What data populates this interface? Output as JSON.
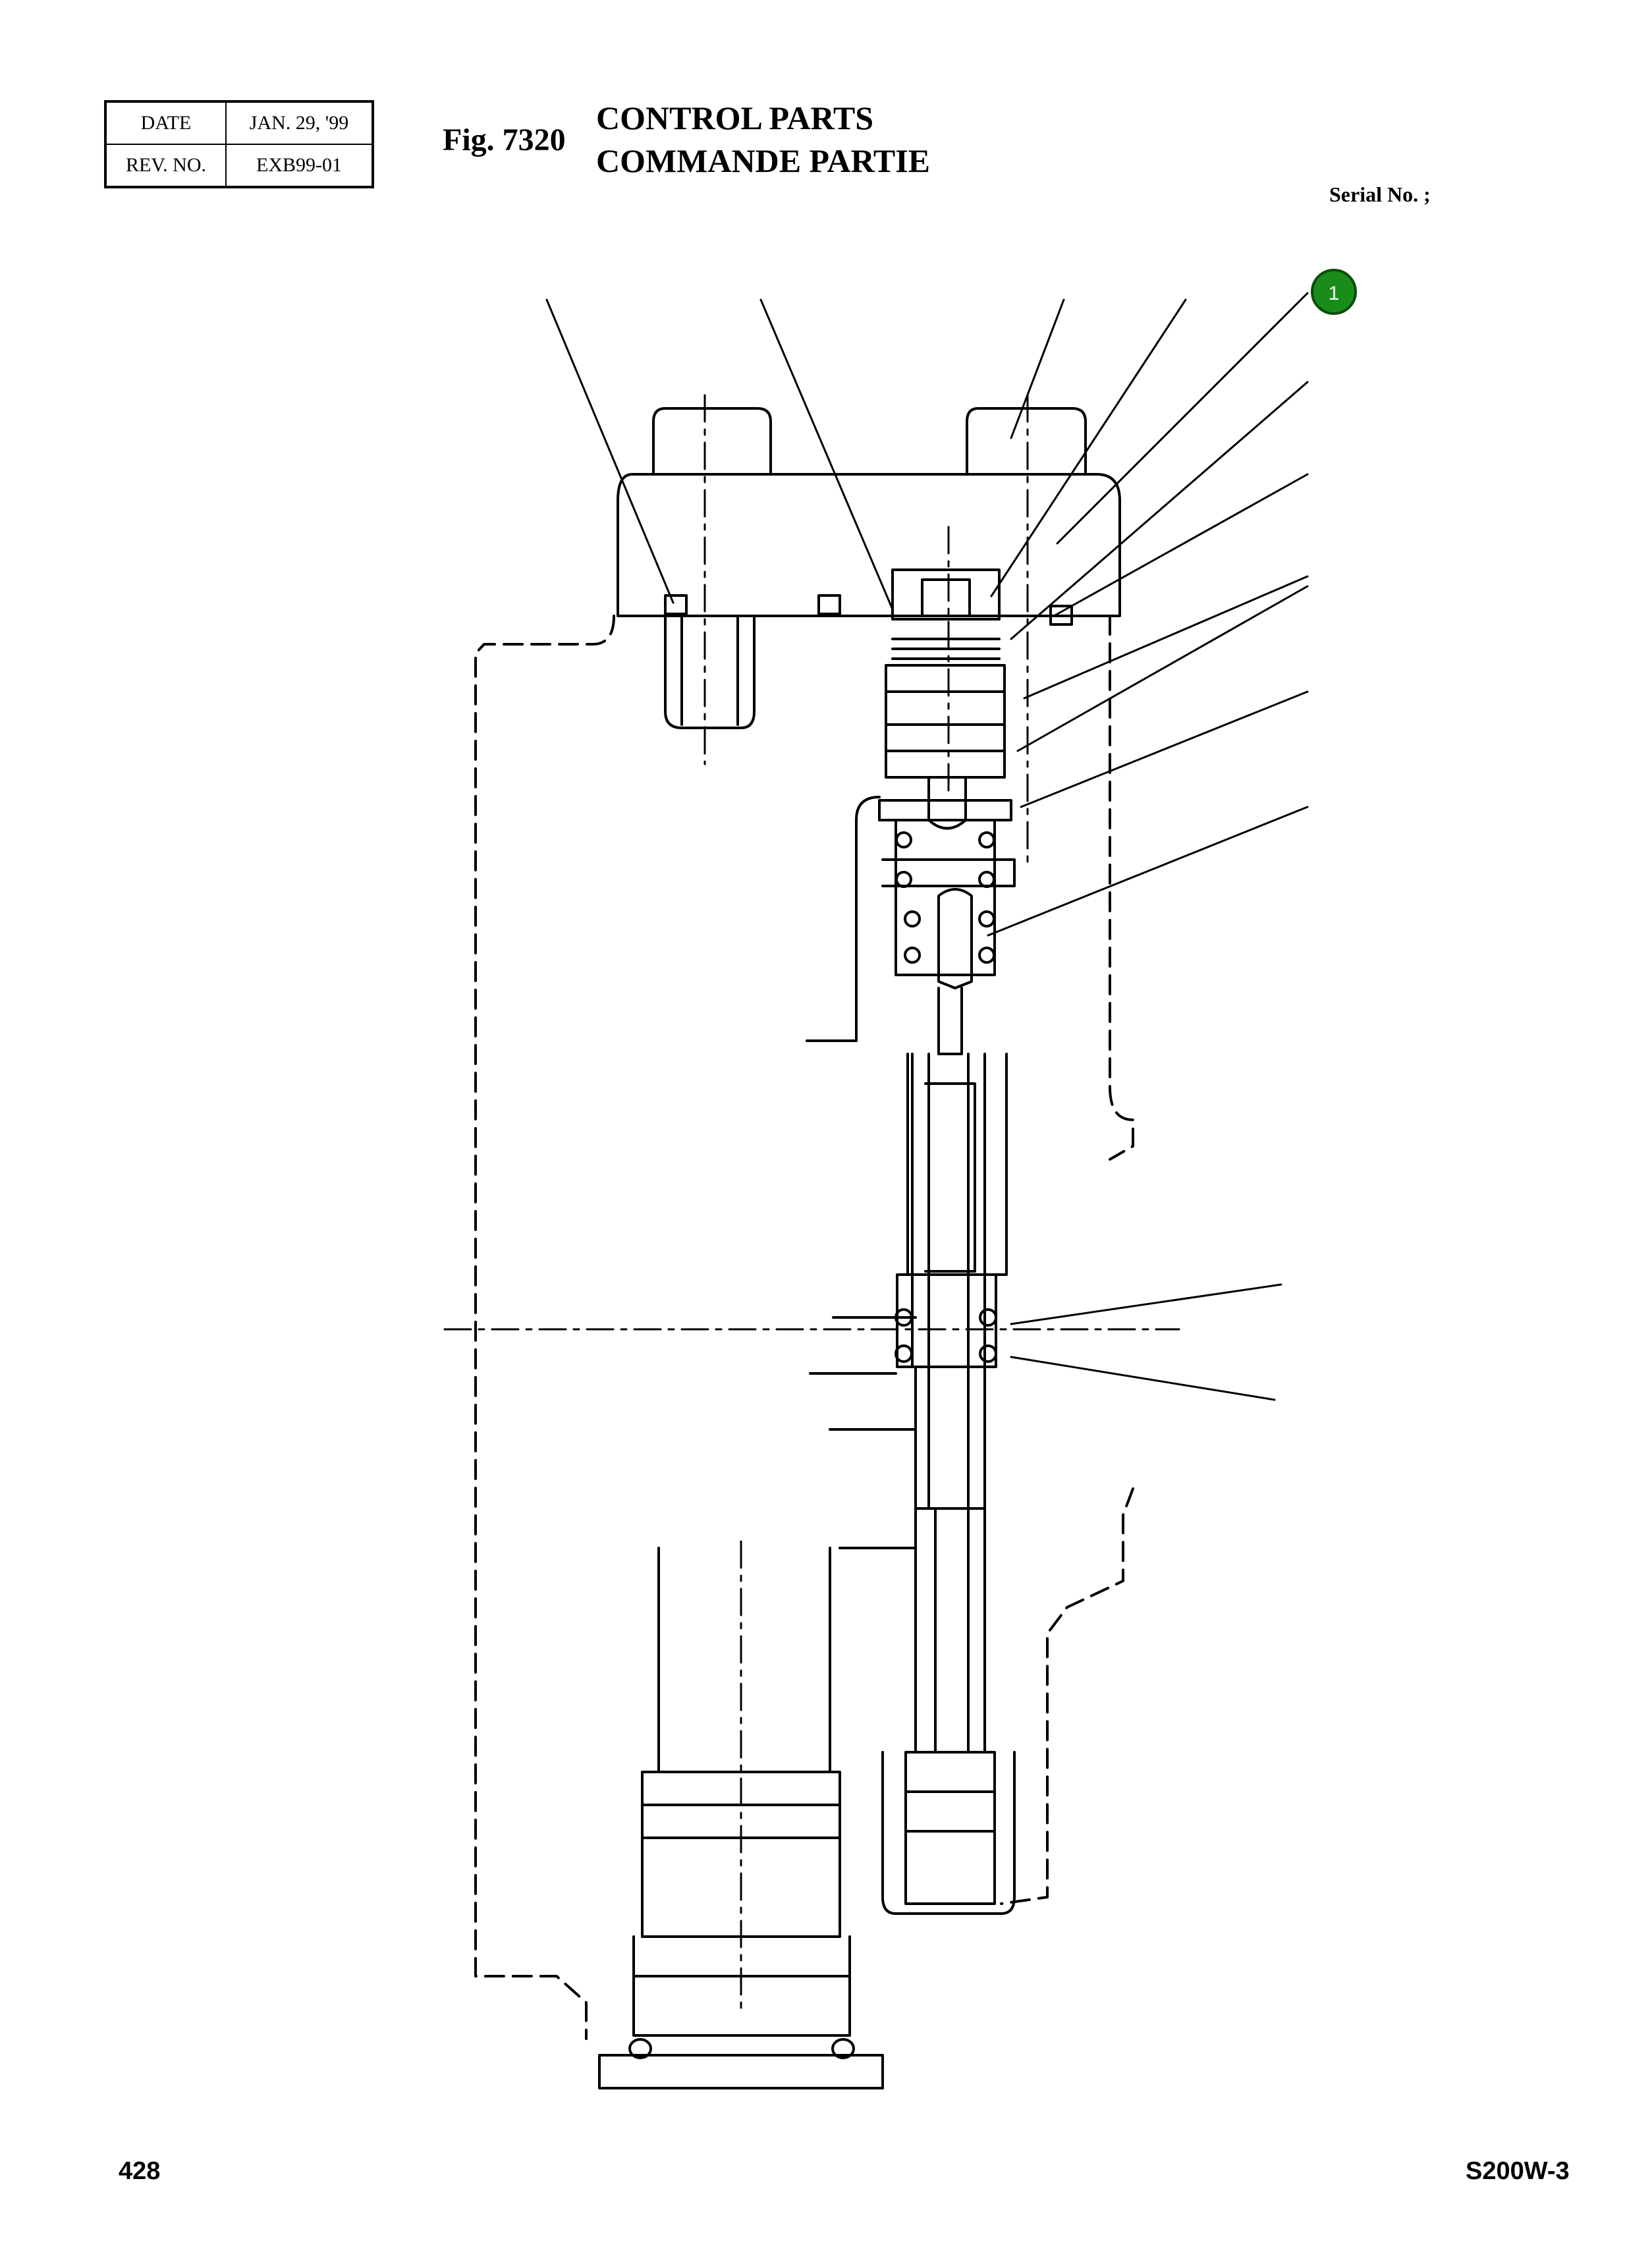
{
  "header": {
    "date_label": "DATE",
    "date_value": "JAN. 29, '99",
    "rev_label": "REV. NO.",
    "rev_value": "EXB99-01",
    "fig_number": "Fig. 7320",
    "title_en": "CONTROL PARTS",
    "title_fr": "COMMANDE PARTIE",
    "serial_label": "Serial No. ;"
  },
  "callouts": [
    {
      "number": "1",
      "color": "#1a8c1a"
    }
  ],
  "footer": {
    "page_number": "428",
    "model": "S200W-3"
  }
}
